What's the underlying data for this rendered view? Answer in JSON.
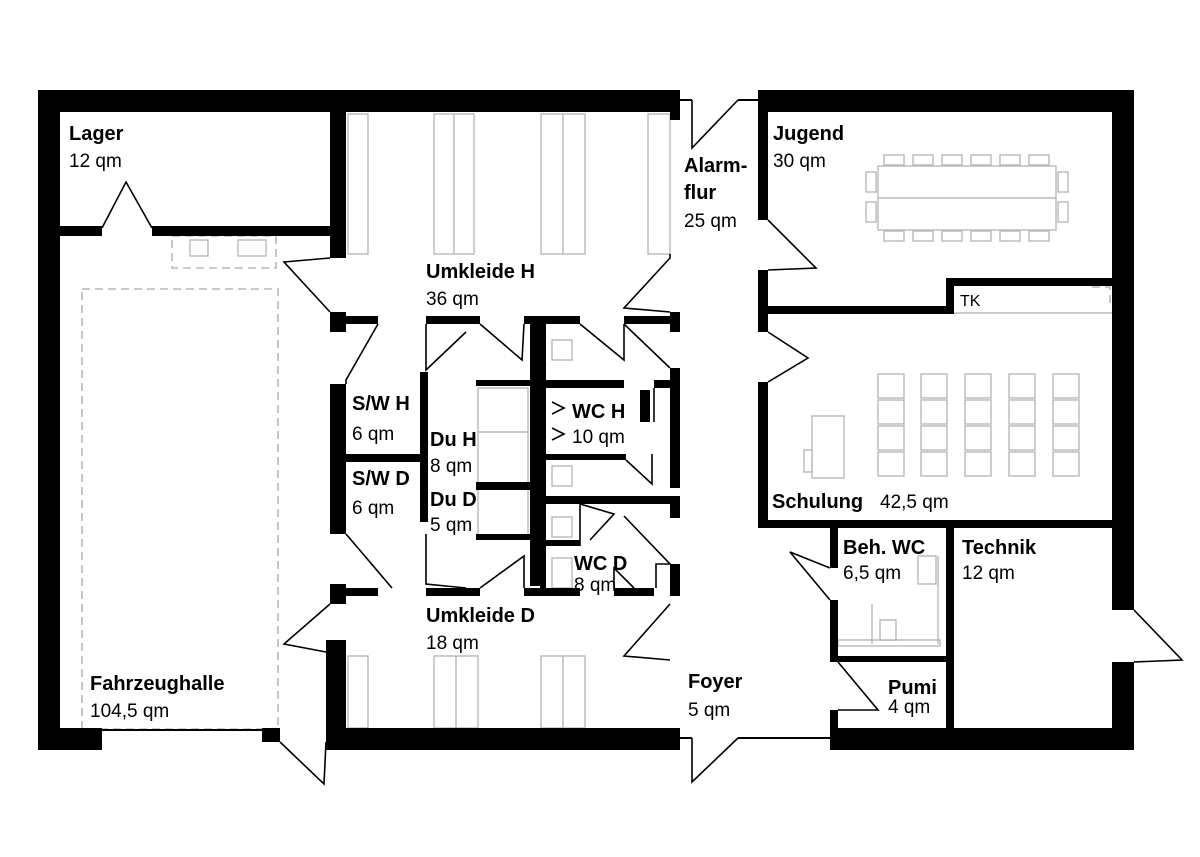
{
  "rooms": {
    "lager": {
      "name": "Lager",
      "area": "12 qm"
    },
    "alarm": {
      "name1": "Alarm-",
      "name2": "flur",
      "area": "25 qm"
    },
    "jugend": {
      "name": "Jugend",
      "area": "30 qm"
    },
    "umkh": {
      "name": "Umkleide H",
      "area": "36 qm"
    },
    "tk": {
      "name": "TK"
    },
    "swh": {
      "name": "S/W H",
      "area": "6 qm"
    },
    "wch": {
      "name": "WC H",
      "area": "10 qm"
    },
    "duh": {
      "name": "Du H",
      "area": "8 qm"
    },
    "swd": {
      "name": "S/W D",
      "area": "6 qm"
    },
    "dud": {
      "name": "Du D",
      "area": "5 qm"
    },
    "schulung": {
      "name": "Schulung",
      "area": "42,5 qm"
    },
    "behwc": {
      "name": "Beh. WC",
      "area": "6,5 qm"
    },
    "technik": {
      "name": "Technik",
      "area": "12 qm"
    },
    "wcd": {
      "name": "WC D",
      "area": "8 qm"
    },
    "umkd": {
      "name": "Umkleide D",
      "area": "18 qm"
    },
    "fahrzeug": {
      "name": "Fahrzeughalle",
      "area": "104,5 qm"
    },
    "foyer": {
      "name": "Foyer",
      "area": "5 qm"
    },
    "pumi": {
      "name": "Pumi",
      "area": "4 qm"
    }
  }
}
